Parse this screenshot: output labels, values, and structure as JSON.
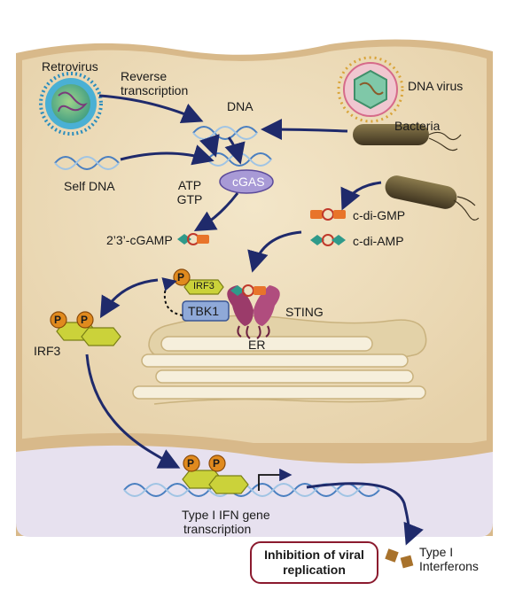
{
  "labels": {
    "retrovirus": "Retrovirus",
    "reverse_transcription": "Reverse\ntranscription",
    "dna": "DNA",
    "dna_virus": "DNA virus",
    "bacteria": "Bacteria",
    "self_dna": "Self DNA",
    "cgas": "cGAS",
    "atp": "ATP",
    "gtp": "GTP",
    "cgamp": "2’3’-cGAMP",
    "c_di_gmp": "c-di-GMP",
    "c_di_amp": "c-di-AMP",
    "p": "P",
    "irf3_small": "IRF3",
    "tbk1": "TBK1",
    "sting": "STING",
    "irf3": "IRF3",
    "er": "ER",
    "type1_ifn_gene": "Type I IFN gene",
    "transcription": "transcription",
    "inhibition": "Inhibition of viral\nreplication",
    "type1": "Type I",
    "interferons": "Interferons"
  },
  "colors": {
    "cytoplasm": "#eddcbc",
    "membrane": "#d9b98a",
    "nucleus": "#e6e0ef",
    "arrow": "#1f2a6b",
    "phospho": "#e08a1e",
    "irf3": "#cbd23a",
    "tbk1": "#8fa9d8",
    "sting": "#9b3b6a",
    "cgas": "#a89ad6",
    "er": "#f3ebd6",
    "dna_strand": "#4a7fc0",
    "box_border": "#8b1a2e",
    "interferon": "#a8722c",
    "bacteria": "#5a4a2a",
    "retrovirus": "#4aa3c9"
  }
}
